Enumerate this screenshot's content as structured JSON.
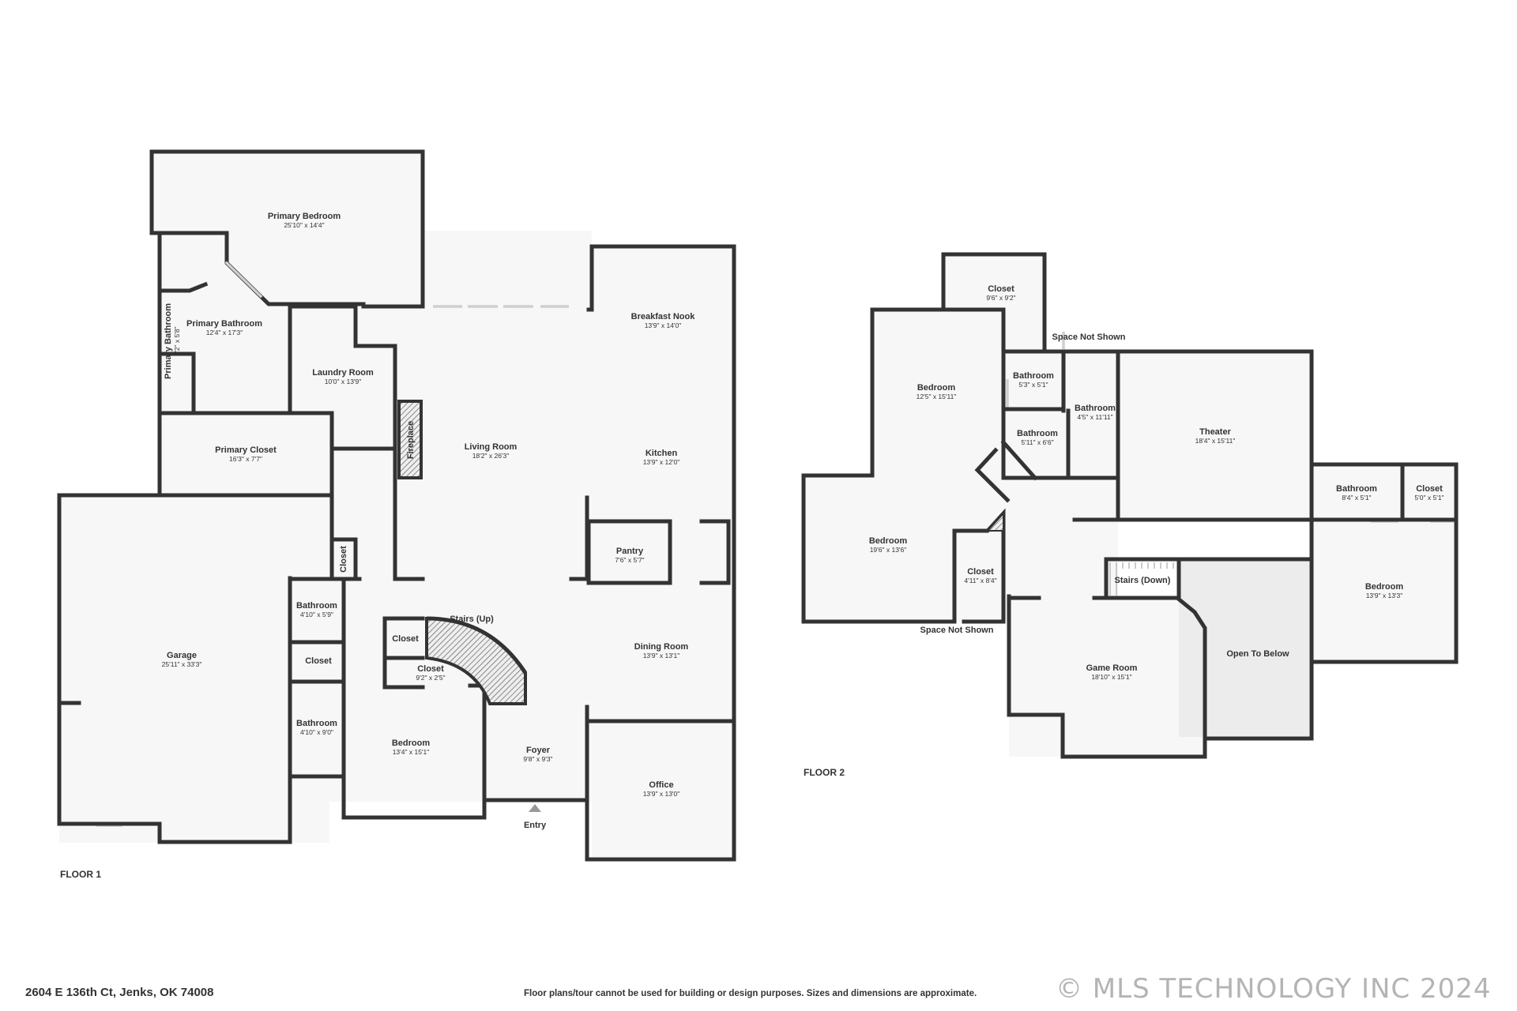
{
  "floors": [
    {
      "label": "FLOOR 1",
      "rooms": [
        {
          "name": "Primary Bedroom",
          "dims": "25'10\" x 14'4\""
        },
        {
          "name": "Primary Bathroom",
          "dims": "12'4\" x 17'3\""
        },
        {
          "name": "Primary Bathroom",
          "dims": "3'2\" x 5'8\""
        },
        {
          "name": "Laundry Room",
          "dims": "10'0\" x 13'9\""
        },
        {
          "name": "Breakfast Nook",
          "dims": "13'9\" x 14'0\""
        },
        {
          "name": "Living Room",
          "dims": "18'2\" x 26'3\""
        },
        {
          "name": "Kitchen",
          "dims": "13'9\" x 12'0\""
        },
        {
          "name": "Primary Closet",
          "dims": "16'3\" x 7'7\""
        },
        {
          "name": "Pantry",
          "dims": "7'6\" x 5'7\""
        },
        {
          "name": "Garage",
          "dims": "25'11\" x 33'3\""
        },
        {
          "name": "Closet",
          "dims": ""
        },
        {
          "name": "Bathroom",
          "dims": "4'10\" x 5'9\""
        },
        {
          "name": "Closet",
          "dims": ""
        },
        {
          "name": "Closet",
          "dims": ""
        },
        {
          "name": "Closet",
          "dims": "9'2\" x 2'5\""
        },
        {
          "name": "Bathroom",
          "dims": "4'10\" x 9'0\""
        },
        {
          "name": "Bedroom",
          "dims": "13'4\" x 15'1\""
        },
        {
          "name": "Dining Room",
          "dims": "13'9\" x 13'1\""
        },
        {
          "name": "Foyer",
          "dims": "9'8\" x 9'3\""
        },
        {
          "name": "Office",
          "dims": "13'9\" x 13'0\""
        }
      ],
      "features": {
        "fireplace": "Fireplace",
        "stairs": "Stairs (Up)",
        "entry": "Entry"
      }
    },
    {
      "label": "FLOOR 2",
      "rooms": [
        {
          "name": "Closet",
          "dims": "9'6\" x 9'2\""
        },
        {
          "name": "Bedroom",
          "dims": "12'5\" x 15'11\""
        },
        {
          "name": "Bathroom",
          "dims": "5'3\" x 5'1\""
        },
        {
          "name": "Bathroom",
          "dims": "4'5\" x 11'11\""
        },
        {
          "name": "Bathroom",
          "dims": "5'11\" x 6'6\""
        },
        {
          "name": "Theater",
          "dims": "18'4\" x 15'11\""
        },
        {
          "name": "Bathroom",
          "dims": "8'4\" x 5'1\""
        },
        {
          "name": "Closet",
          "dims": "5'0\" x 5'1\""
        },
        {
          "name": "Bedroom",
          "dims": "19'6\" x 13'6\""
        },
        {
          "name": "Closet",
          "dims": "4'11\" x 8'4\""
        },
        {
          "name": "Bedroom",
          "dims": "13'9\" x 13'3\""
        },
        {
          "name": "Game Room",
          "dims": "18'10\" x 15'1\""
        }
      ],
      "features": {
        "space_not_shown_top": "Space Not Shown",
        "space_not_shown_bottom": "Space Not Shown",
        "stairs": "Stairs (Down)",
        "open_to_below": "Open To Below"
      }
    }
  ],
  "footer": {
    "address": "2604 E 136th Ct, Jenks, OK 74008",
    "disclaimer": "Floor plans/tour cannot be used for building or design purposes. Sizes and dimensions are approximate.",
    "copyright": "© MLS TECHNOLOGY INC 2024"
  },
  "colors": {
    "wall": "#333333",
    "room_fill": "#f7f7f7",
    "open_area_fill": "#ececec",
    "window": "#cfcfcf",
    "watermark": "#b4b4b4"
  }
}
